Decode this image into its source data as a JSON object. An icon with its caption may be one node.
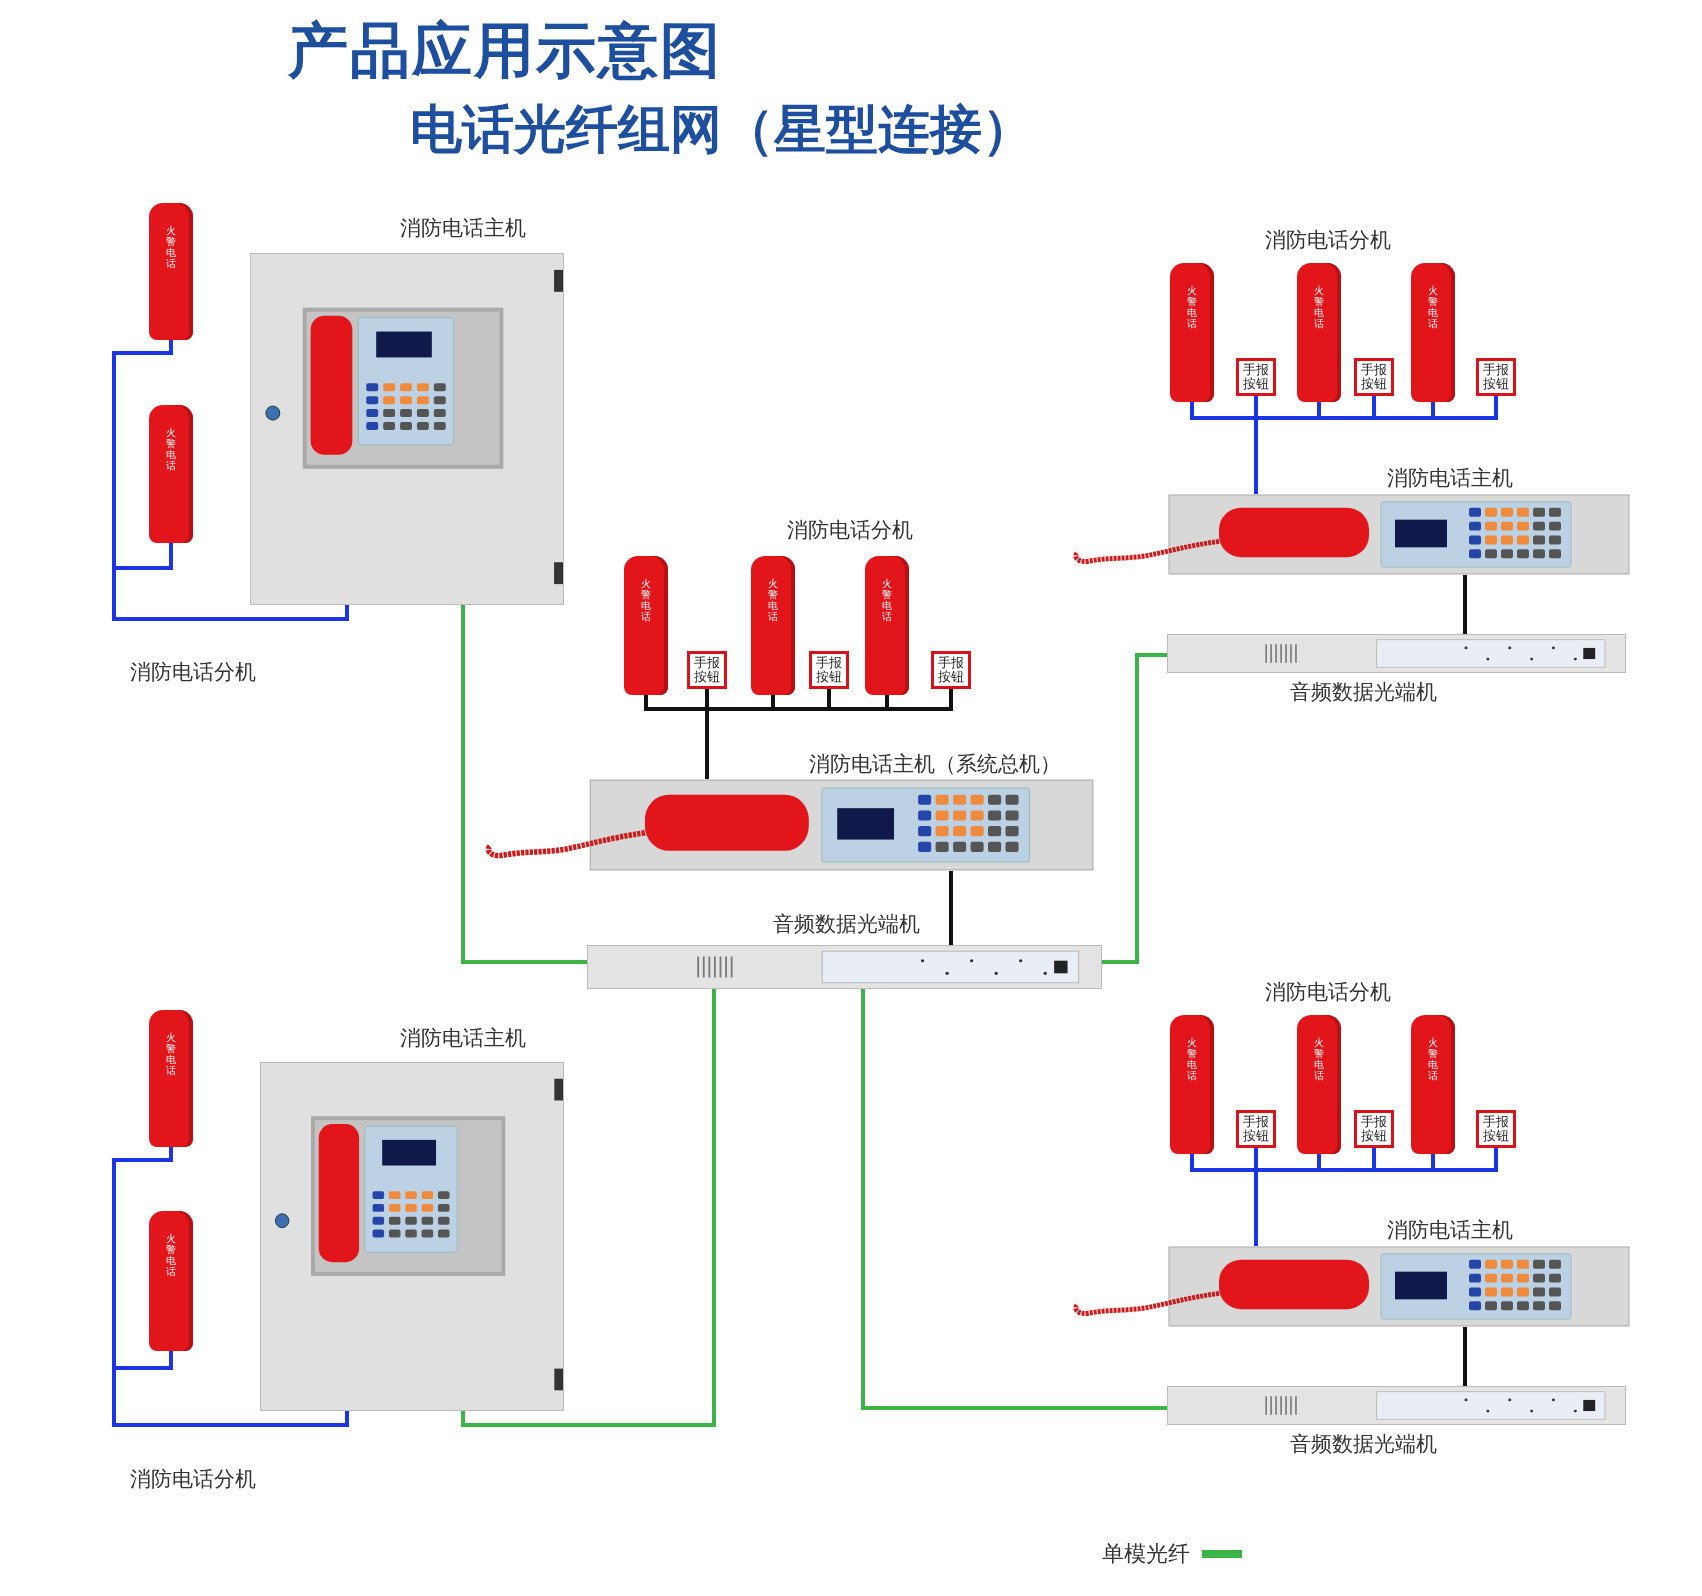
{
  "diagram": {
    "title": "产品应用示意图",
    "nodes": [
      {
        "text": [],
        "shape": "picture",
        "beside": [
          "消防电话主机"
        ]
      },
      {
        "text": [
          "火警电话"
        ]
      },
      {
        "text": [
          "火警电话"
        ]
      },
      {
        "text": [
          "火警电话"
        ]
      },
      {
        "text": [
          "手报按钮"
        ]
      },
      {
        "text": [
          "火警电话"
        ]
      },
      {
        "text": [
          "手报按钮"
        ]
      },
      {
        "text": [
          "火警电话"
        ]
      },
      {
        "text": [
          "手报按钮"
        ]
      },
      {
        "text": [],
        "shape": "picture",
        "beside": [
          "消防电话主机"
        ]
      },
      {
        "text": [
          "火警电话"
        ]
      },
      {
        "text": [
          "手报按钮"
        ]
      },
      {
        "text": [
          "火警电话"
        ]
      },
      {
        "text": [
          "手报按钮"
        ]
      },
      {
        "text": [
          "火警电话"
        ]
      },
      {
        "text": [
          "手报按钮"
        ]
      },
      {
        "text": [],
        "shape": "picture",
        "beside": [
          "音频数据光端机"
        ]
      },
      {
        "text": [],
        "shape": "picture",
        "beside": [
          "消防电话主机（系统总机）"
        ]
      },
      {
        "text": [],
        "shape": "picture",
        "beside": [
          "音频数据光端机"
        ]
      },
      {
        "text": [],
        "shape": "picture",
        "beside": [
          "消防电话主机"
        ]
      },
      {
        "text": [
          "火警电话"
        ]
      },
      {
        "text": [
          "火警电话"
        ]
      },
      {
        "text": [
          "火警电话"
        ]
      },
      {
        "text": [
          "手报按钮"
        ]
      },
      {
        "text": [
          "火警电话"
        ]
      },
      {
        "text": [
          "手报按钮"
        ]
      },
      {
        "text": [
          "火警电话"
        ]
      },
      {
        "text": [
          "手报按钮"
        ]
      },
      {
        "text": [],
        "shape": "picture",
        "beside": [
          "消防电话主机"
        ]
      },
      {
        "text": [],
        "shape": "picture",
        "beside": [
          "音频数据光端机"
        ]
      }
    ],
    "edges": [
      {
        "from": 1,
        "to": 0,
        "arrow": "none"
      },
      {
        "from": 2,
        "to": 0,
        "arrow": "none"
      },
      {
        "from": 3,
        "to": 9,
        "arrow": "none"
      },
      {
        "from": 4,
        "to": 9,
        "arrow": "none"
      },
      {
        "from": 5,
        "to": 9,
        "arrow": "none"
      },
      {
        "from": 6,
        "to": 9,
        "arrow": "none"
      },
      {
        "from": 7,
        "to": 9,
        "arrow": "none"
      },
      {
        "from": 8,
        "to": 9,
        "arrow": "none"
      },
      {
        "from": 10,
        "to": 17,
        "arrow": "none",
        "color": "#111111"
      },
      {
        "from": 11,
        "to": 17,
        "arrow": "none",
        "color": "#111111"
      },
      {
        "from": 12,
        "to": 17,
        "arrow": "none",
        "color": "#111111"
      },
      {
        "from": 13,
        "to": 17,
        "arrow": "none",
        "color": "#111111"
      },
      {
        "from": 14,
        "to": 17,
        "arrow": "none",
        "color": "#111111"
      },
      {
        "from": 15,
        "to": 17,
        "arrow": "none",
        "color": "#111111"
      },
      {
        "from": 9,
        "to": 16,
        "arrow": "none",
        "color": "#111111"
      },
      {
        "from": 17,
        "to": 18,
        "arrow": "none",
        "color": "#111111"
      },
      {
        "from": 0,
        "to": 18,
        "arrow": "none",
        "color": "#3cb44a"
      },
      {
        "from": 18,
        "to": 16,
        "arrow": "none",
        "color": "#3cb44a"
      },
      {
        "from": 19,
        "to": 18,
        "arrow": "none",
        "color": "#3cb44a"
      },
      {
        "from": 18,
        "to": 29,
        "arrow": "none",
        "color": "#3cb44a"
      },
      {
        "from": 20,
        "to": 19,
        "arrow": "none"
      },
      {
        "from": 21,
        "to": 19,
        "arrow": "none"
      },
      {
        "from": 22,
        "to": 28,
        "arrow": "none"
      },
      {
        "from": 23,
        "to": 28,
        "arrow": "none"
      },
      {
        "from": 24,
        "to": 28,
        "arrow": "none"
      },
      {
        "from": 25,
        "to": 28,
        "arrow": "none"
      },
      {
        "from": 26,
        "to": 28,
        "arrow": "none"
      },
      {
        "from": 27,
        "to": 28,
        "arrow": "none"
      },
      {
        "from": 28,
        "to": 29,
        "arrow": "none",
        "color": "#111111"
      }
    ],
    "labels": [
      "电话光纤组网（星型连接）",
      "消防电话分机",
      "消防电话分机",
      "消防电话分机",
      "消防电话分机",
      "消防电话分机"
    ],
    "legend": [
      {
        "text": "单模光纤",
        "color": "#3cb44a"
      }
    ]
  }
}
